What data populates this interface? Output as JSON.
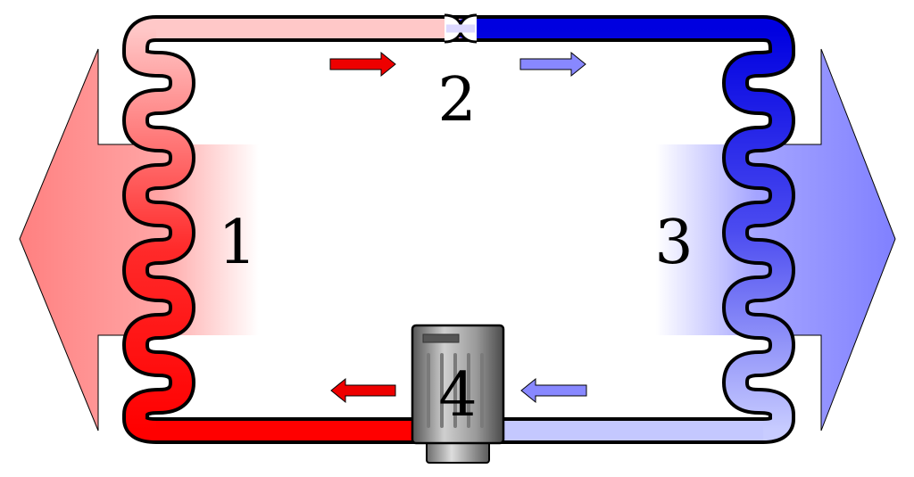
{
  "labels": {
    "condenser": "1",
    "expansion_valve": "2",
    "evaporator": "3",
    "compressor": "4"
  },
  "colors": {
    "hot": "#ff0000",
    "hot_light": "#ffc0c0",
    "cold": "#0000dd",
    "cold_light": "#c4c8ff",
    "arrow_hot": "#ee0000",
    "arrow_cold": "#8888ff",
    "outline": "#000000"
  },
  "icons": {
    "flow_arrows": "arrow-icon",
    "heat_release": "big-arrow-left",
    "heat_absorb": "big-arrow-right",
    "compressor": "compressor-icon"
  }
}
